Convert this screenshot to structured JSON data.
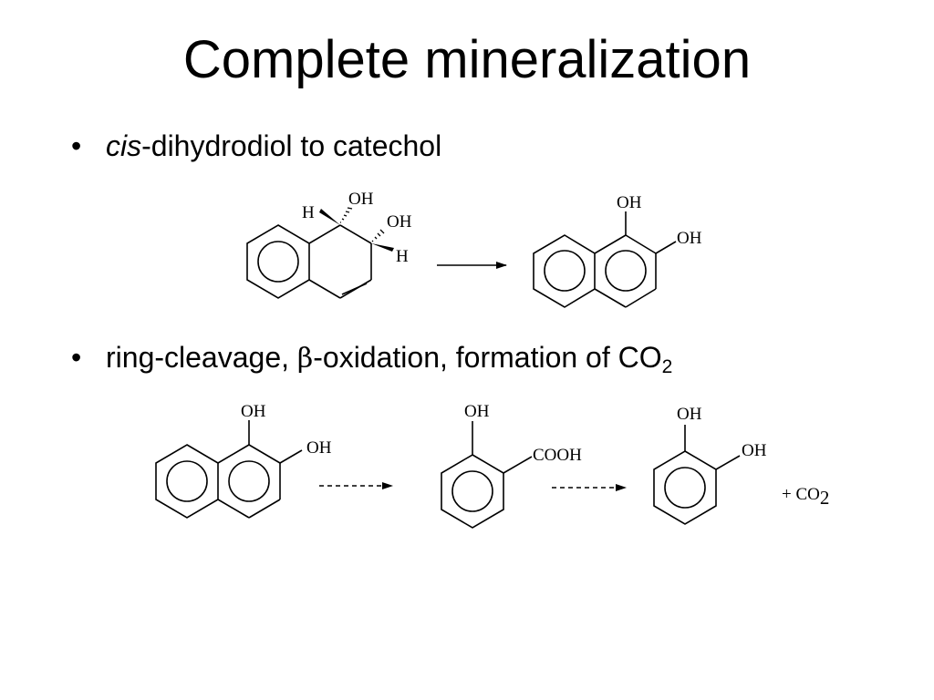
{
  "slide": {
    "title": "Complete mineralization",
    "bullet_symbol": "•",
    "bullet1": {
      "italic": "cis",
      "rest": "-dihydrodiol to catechol"
    },
    "bullet2": {
      "before_beta": "ring-cleavage, ",
      "beta": "β",
      "after_beta": "-oxidation, formation of  CO",
      "subscript": "2"
    }
  },
  "scheme1": {
    "reactant": {
      "label_h_top": "H",
      "label_oh_top": "OH",
      "label_oh_mid": "OH",
      "label_h_low": "H"
    },
    "product": {
      "label_oh1": "OH",
      "label_oh2": "OH"
    }
  },
  "scheme2": {
    "compound1": {
      "label_oh1": "OH",
      "label_oh2": "OH"
    },
    "compound2": {
      "label_oh": "OH",
      "label_cooh": "COOH"
    },
    "compound3": {
      "label_oh1": "OH",
      "label_oh2": "OH"
    },
    "byproduct": {
      "plus": "+ CO",
      "subscript": "2"
    }
  }
}
